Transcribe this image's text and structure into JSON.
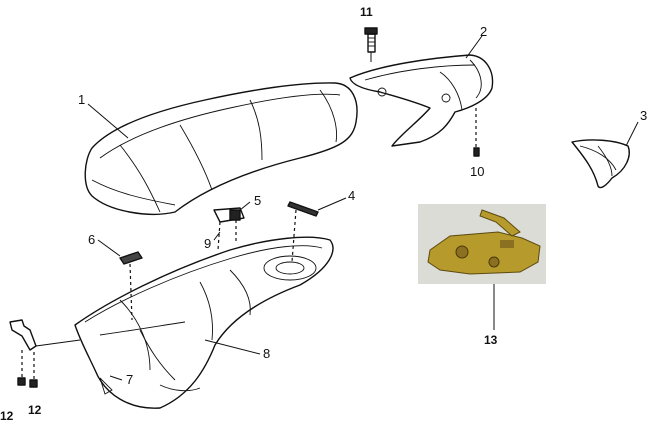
{
  "labels": {
    "l1": "1",
    "l2": "2",
    "l3": "3",
    "l4": "4",
    "l5": "5",
    "l6": "6",
    "l7": "7",
    "l8": "8",
    "l9": "9",
    "l10": "10",
    "l11": "11",
    "l12a": "12",
    "l12b": "12",
    "l13": "13"
  },
  "photo": {
    "background": "#dcdcd6",
    "metal": "#b79a2c"
  }
}
